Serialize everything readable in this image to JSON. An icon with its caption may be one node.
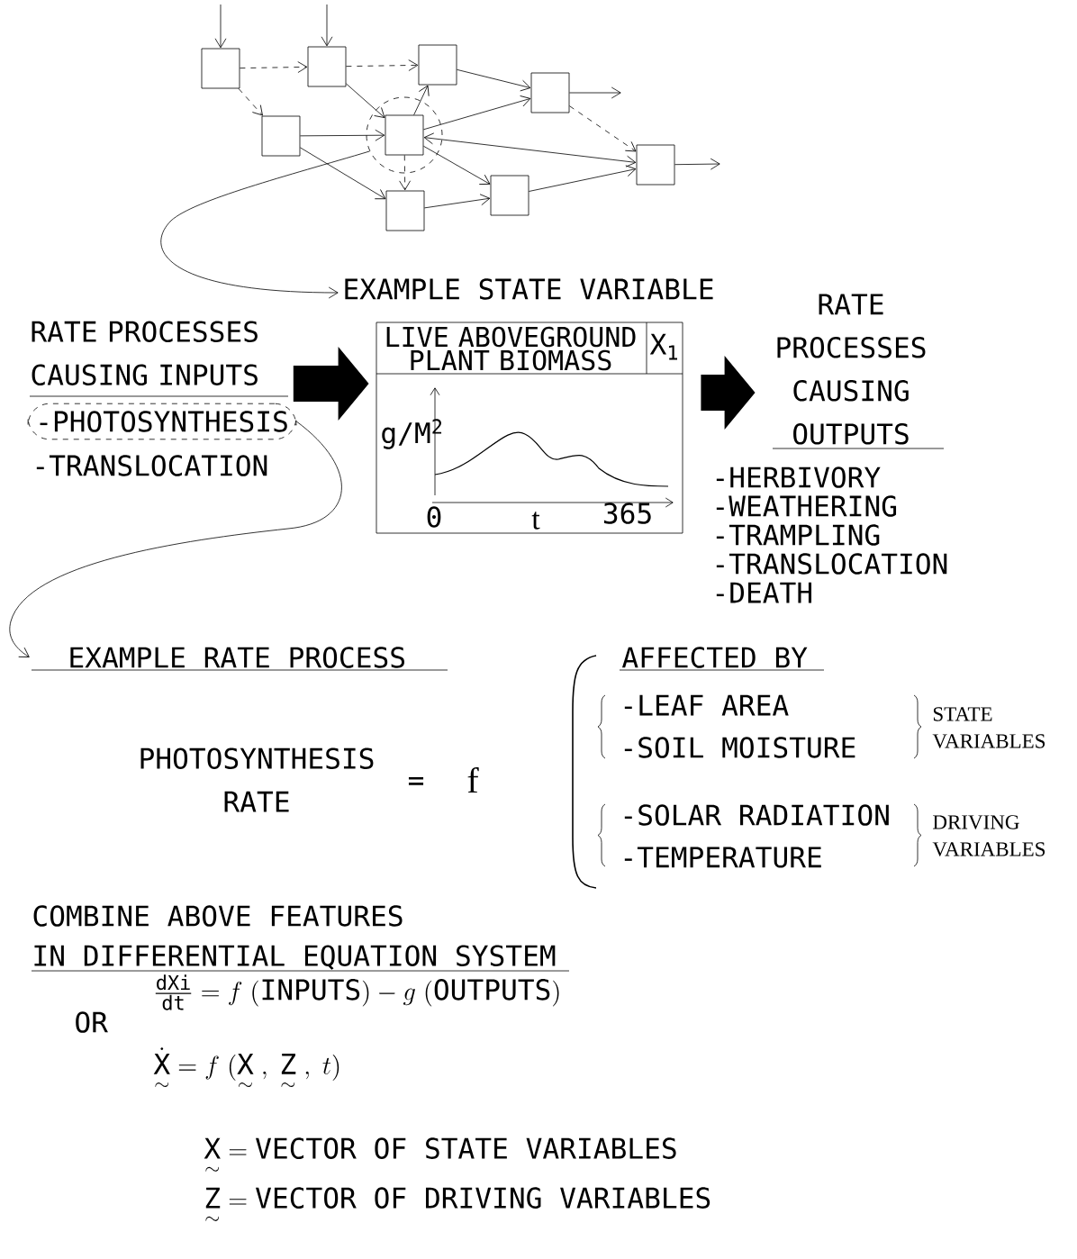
{
  "diagram": {
    "nodes": [
      {
        "text": [],
        "shape": "box"
      },
      {
        "text": [],
        "shape": "box"
      },
      {
        "text": [],
        "shape": "box"
      },
      {
        "text": [],
        "shape": "box"
      },
      {
        "text": [],
        "shape": "box"
      },
      {
        "text": [],
        "shape": "circle"
      },
      {
        "text": [],
        "shape": "box",
        "in": 5
      },
      {
        "text": [],
        "shape": "box"
      },
      {
        "text": [],
        "shape": "box"
      },
      {
        "text": [],
        "shape": "box"
      },
      {
        "text": [
          "EXAMPLE STATE VARIABLE",
          "LIVE ABOVEGROUND PLANT BIOMASS",
          "X$_{1}$",
          "g/M$^{2}$",
          "0",
          "t",
          "365"
        ]
      },
      {
        "text": [
          "RATE PROCESSES CAUSING INPUTS"
        ]
      },
      {
        "text": [
          "-PHOTOSYNTHESIS"
        ]
      },
      {
        "text": [
          "RATE PROCESSES CAUSING OUTPUTS"
        ]
      },
      {
        "text": [
          "EXAMPLE RATE PROCESS"
        ]
      }
    ],
    "edges": [
      {
        "from": null,
        "to": 0,
        "arrow": "to"
      },
      {
        "from": null,
        "to": 1,
        "arrow": "to"
      },
      {
        "from": 0,
        "to": 1,
        "arrow": "to",
        "style": "dashed"
      },
      {
        "from": 1,
        "to": 2,
        "arrow": "to",
        "style": "dashed"
      },
      {
        "from": 0,
        "to": 4,
        "arrow": "to",
        "style": "dashed"
      },
      {
        "from": 1,
        "to": 6,
        "arrow": "to"
      },
      {
        "from": 6,
        "to": 2,
        "arrow": "to"
      },
      {
        "from": 2,
        "to": 3,
        "arrow": "to"
      },
      {
        "from": 4,
        "to": 6,
        "arrow": "to"
      },
      {
        "from": 4,
        "to": 9,
        "arrow": "to"
      },
      {
        "from": 6,
        "to": 9,
        "arrow": "to",
        "style": "dashed"
      },
      {
        "from": 6,
        "to": 3,
        "arrow": "to"
      },
      {
        "from": 6,
        "to": 7,
        "arrow": "both"
      },
      {
        "from": 3,
        "to": 7,
        "arrow": "to",
        "style": "dashed"
      },
      {
        "from": 6,
        "to": 8,
        "arrow": "to"
      },
      {
        "from": 9,
        "to": 8,
        "arrow": "to"
      },
      {
        "from": 8,
        "to": 7,
        "arrow": "to"
      },
      {
        "from": 3,
        "to": null,
        "arrow": "to"
      },
      {
        "from": 7,
        "to": null,
        "arrow": "to"
      },
      {
        "from": 5,
        "to": 10,
        "arrow": "to"
      },
      {
        "from": 11,
        "to": 10,
        "arrow": "to",
        "style": "thick"
      },
      {
        "from": 10,
        "to": 13,
        "arrow": "to",
        "style": "thick"
      },
      {
        "from": 12,
        "to": 14,
        "arrow": "to"
      }
    ],
    "labels": [
      "-TRANSLOCATION",
      "-HERBIVORY",
      "-WEATHERING",
      "-TRAMPLING",
      "-TRANSLOCATION",
      "-DEATH",
      "AFFECTED BY",
      "PHOTOSYNTHESIS RATE",
      "=",
      "f",
      "-LEAF AREA",
      "-SOIL MOISTURE",
      "STATE VARIABLES",
      "-SOLAR RADIATION",
      "-TEMPERATURE",
      "DRIVING VARIABLES",
      "COMBINE ABOVE FEATURES",
      "IN DIFFERENTIAL EQUATION SYSTEM",
      "\\frac{\\mathrm{dXi}}{\\mathrm{dt}} = f\\;(\\mathrm{INPUTS}) - g\\;(\\mathrm{OUTPUTS})",
      "OR",
      "\\underset{\\sim}{\\dot{\\mathrm{X}}} = f\\;(\\underset{\\sim}{\\mathrm{X}}\\;,\\;\\underset{\\sim}{\\mathrm{Z}}\\;,\\;t)",
      "\\underset{\\sim}{\\mathrm{X}} = \\mathrm{VECTOR\\ OF\\ STATE\\ VARIABLES}",
      "\\underset{\\sim}{\\mathrm{Z}} = \\mathrm{VECTOR\\ OF\\ DRIVING\\ VARIABLES}"
    ]
  }
}
